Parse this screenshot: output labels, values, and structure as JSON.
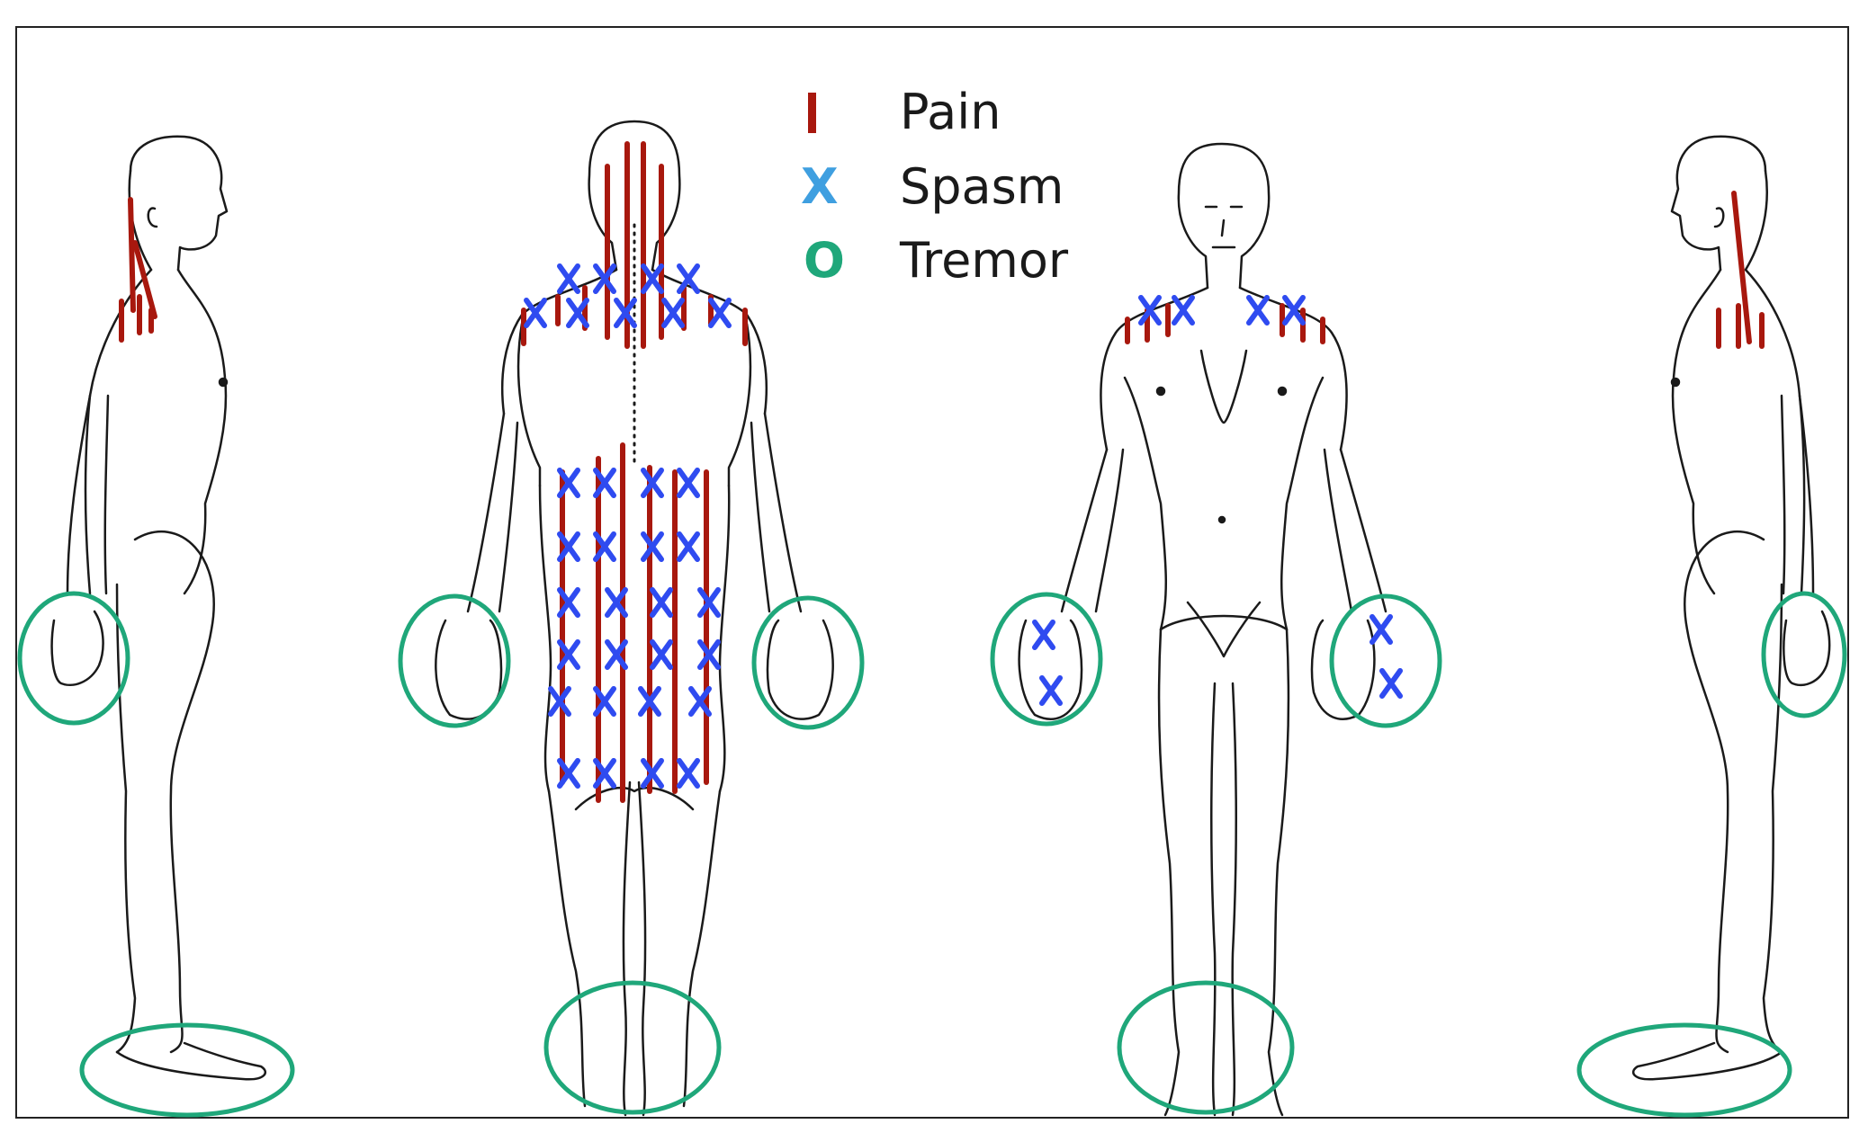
{
  "legend": {
    "items": [
      {
        "symbol": "I",
        "label": "Pain",
        "color": "#a8180e"
      },
      {
        "symbol": "X",
        "label": "Spasm",
        "color": "#3f9fe0"
      },
      {
        "symbol": "O",
        "label": "Tremor",
        "color": "#1fa77a"
      }
    ]
  },
  "figures": [
    {
      "view": "left-side"
    },
    {
      "view": "back"
    },
    {
      "view": "front"
    },
    {
      "view": "right-side"
    }
  ],
  "colors": {
    "outline": "#1a1a1a",
    "pain": "#a8180e",
    "spasm_marks": "#2f4bf0",
    "tremor": "#1fa77a",
    "frame": "#222222"
  }
}
